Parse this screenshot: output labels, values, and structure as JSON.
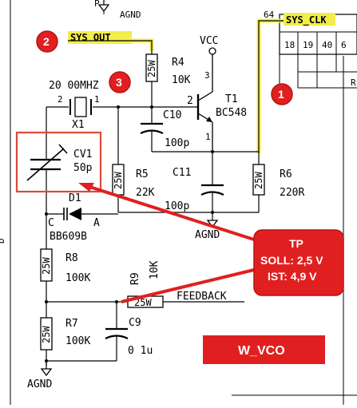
{
  "colors": {
    "accent_red": "#e02020",
    "highlight_yellow": "#f2ee4a",
    "outline_red": "#d94a3a"
  },
  "markers": [
    "1",
    "2",
    "3"
  ],
  "nets": {
    "sys_clk": "SYS_CLK",
    "sys_out": "SYS OUT",
    "feedback": "FEEDBACK",
    "vcc": "VCC",
    "agnd": "AGND",
    "pin_64": "64"
  },
  "header": {
    "pins": [
      "18",
      "19",
      "40",
      "6"
    ]
  },
  "crystal": {
    "name": "X1",
    "freq": "20 00MHZ",
    "pin_left": "2",
    "pin_right": "1"
  },
  "transistor": {
    "name": "T1",
    "part": "BC548",
    "pin_base": "2",
    "pin_collector": "3",
    "pin_emitter": "1"
  },
  "components": {
    "r4": {
      "name": "R4",
      "value": "10K",
      "pkg": "25W"
    },
    "r5": {
      "name": "R5",
      "value": "22K",
      "pkg": "25W"
    },
    "r6": {
      "name": "R6",
      "value": "220R",
      "pkg": "25W"
    },
    "r7": {
      "name": "R7",
      "value": "100K",
      "pkg": "25W"
    },
    "r8": {
      "name": "R8",
      "value": "100K",
      "pkg": "25W"
    },
    "r9": {
      "name": "R9",
      "value": "10K",
      "pkg": "25W"
    },
    "c10": {
      "name": "C10",
      "value": "100p"
    },
    "c11": {
      "name": "C11",
      "value": "100p"
    },
    "c9": {
      "name": "C9",
      "value": "0 1u"
    },
    "cv1": {
      "name": "CV1",
      "value": "50p"
    },
    "d1": {
      "name": "D1",
      "part": "BB609B",
      "pin_c": "C",
      "pin_a": "A"
    }
  },
  "callout": {
    "title": "TP",
    "soll": "SOLL: 2,5 V",
    "ist": "IST: 4,9 V"
  },
  "block_label": "W_VCO",
  "edge_letters": {
    "top": "P",
    "left": "D"
  }
}
